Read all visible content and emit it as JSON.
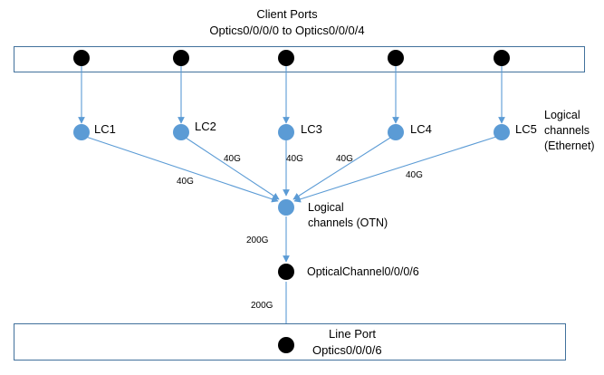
{
  "client_ports": {
    "title": "Client Ports",
    "range": "Optics0/0/0/0 to Optics0/0/0/4",
    "count": 5
  },
  "logical_channels_ethernet": {
    "items": [
      {
        "label": "LC1",
        "bandwidth": "40G"
      },
      {
        "label": "LC2",
        "bandwidth": "40G"
      },
      {
        "label": "LC3",
        "bandwidth": "40G"
      },
      {
        "label": "LC4",
        "bandwidth": "40G"
      },
      {
        "label": "LC5",
        "bandwidth": "40G"
      }
    ],
    "desc_line1": "Logical",
    "desc_line2": "channels",
    "desc_line3": "(Ethernet)"
  },
  "logical_channel_otn": {
    "label_line1": "Logical",
    "label_line2": "channels (OTN)",
    "bandwidth": "200G"
  },
  "optical_channel": {
    "label": "OpticalChannel0/0/0/6",
    "bandwidth": "200G"
  },
  "line_port": {
    "title": "Line Port",
    "name": "Optics0/0/0/6"
  },
  "colors": {
    "box_border": "#41719c",
    "channel_node": "#5b9bd5",
    "arrow": "#5b9bd5",
    "port_node": "#000000"
  }
}
